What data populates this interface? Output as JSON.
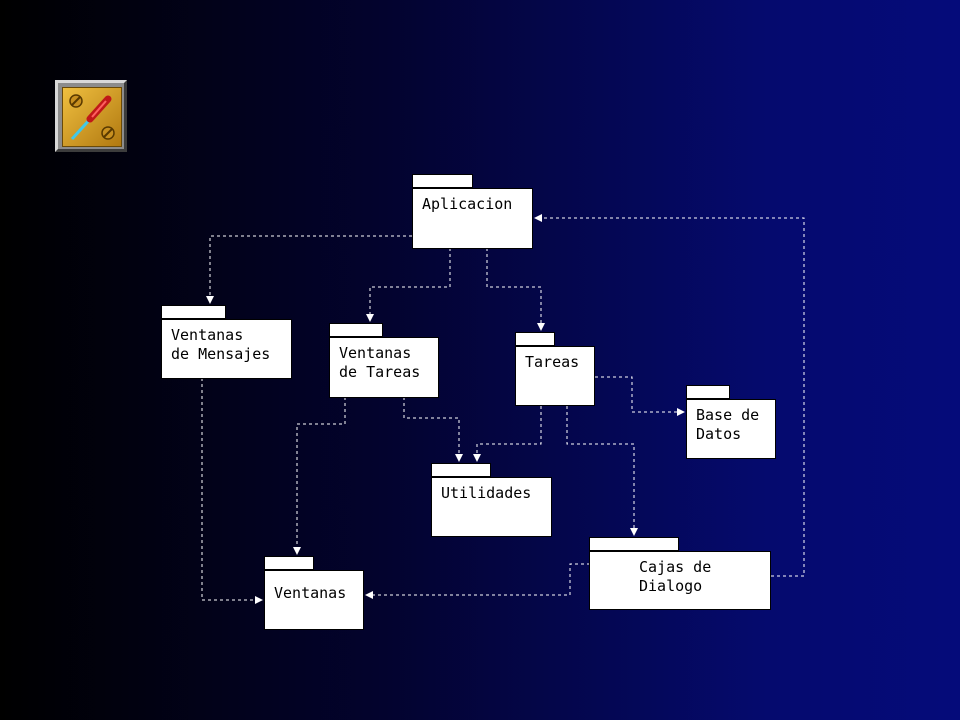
{
  "diagram": {
    "icon": "screwdriver-icon",
    "packages": {
      "aplicacion": {
        "label": "Aplicacion"
      },
      "ventanas_mensajes": {
        "label": "Ventanas\nde Mensajes"
      },
      "ventanas_tareas": {
        "label": "Ventanas\nde Tareas"
      },
      "tareas": {
        "label": "Tareas"
      },
      "base_datos": {
        "label": "Base de\nDatos"
      },
      "utilidades": {
        "label": "Utilidades"
      },
      "cajas_dialogo": {
        "label": "Cajas de\nDialogo"
      },
      "ventanas": {
        "label": "Ventanas"
      }
    },
    "dependencies": [
      {
        "from": "Aplicacion",
        "to": "Ventanas de Mensajes"
      },
      {
        "from": "Aplicacion",
        "to": "Ventanas de Tareas"
      },
      {
        "from": "Aplicacion",
        "to": "Tareas"
      },
      {
        "from": "Tareas",
        "to": "Base de Datos"
      },
      {
        "from": "Tareas",
        "to": "Utilidades"
      },
      {
        "from": "Tareas",
        "to": "Cajas de Dialogo"
      },
      {
        "from": "Ventanas de Tareas",
        "to": "Utilidades"
      },
      {
        "from": "Ventanas de Tareas",
        "to": "Ventanas"
      },
      {
        "from": "Ventanas de Mensajes",
        "to": "Ventanas"
      },
      {
        "from": "Cajas de Dialogo",
        "to": "Ventanas"
      },
      {
        "from": "Cajas de Dialogo",
        "to": "Aplicacion"
      }
    ]
  }
}
